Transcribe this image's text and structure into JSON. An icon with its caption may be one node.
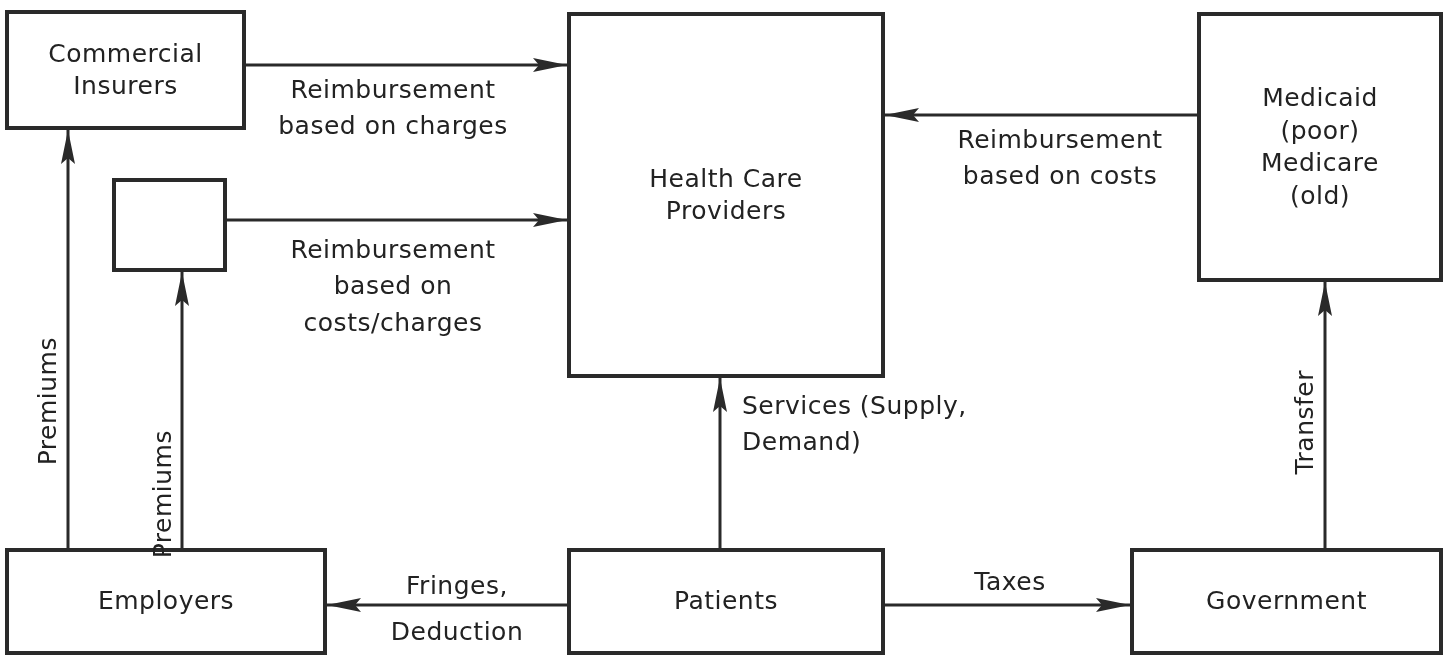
{
  "diagram": {
    "nodes": [
      {
        "text": [
          "Commercial Insurers"
        ]
      },
      {
        "text": [],
        "shape": "box"
      },
      {
        "text": [
          "Health Care Providers"
        ]
      },
      {
        "text": [
          "Medicaid (poor) Medicare (old)"
        ]
      },
      {
        "text": [
          "Employers"
        ]
      },
      {
        "text": [
          "Patients"
        ]
      },
      {
        "text": [
          "Government"
        ]
      }
    ],
    "edges": [
      {
        "from": 0,
        "to": 2,
        "arrow": "to",
        "label": "Reimbursement based on charges"
      },
      {
        "from": 1,
        "to": 2,
        "arrow": "to",
        "label": "Reimbursement based on costs/charges"
      },
      {
        "from": 3,
        "to": 2,
        "arrow": "to",
        "label": "Reimbursement based on costs"
      },
      {
        "from": 4,
        "to": 0,
        "arrow": "to",
        "label": "Premiums"
      },
      {
        "from": 4,
        "to": 1,
        "arrow": "to",
        "label": "Premiums"
      },
      {
        "from": 5,
        "to": 2,
        "arrow": "to",
        "label": "Services (Supply, Demand)"
      },
      {
        "from": 5,
        "to": 4,
        "arrow": "to",
        "label": "Fringes, Deduction"
      },
      {
        "from": 5,
        "to": 6,
        "arrow": "to",
        "label": "Taxes"
      },
      {
        "from": 6,
        "to": 3,
        "arrow": "to",
        "label": "Transfer"
      }
    ]
  }
}
